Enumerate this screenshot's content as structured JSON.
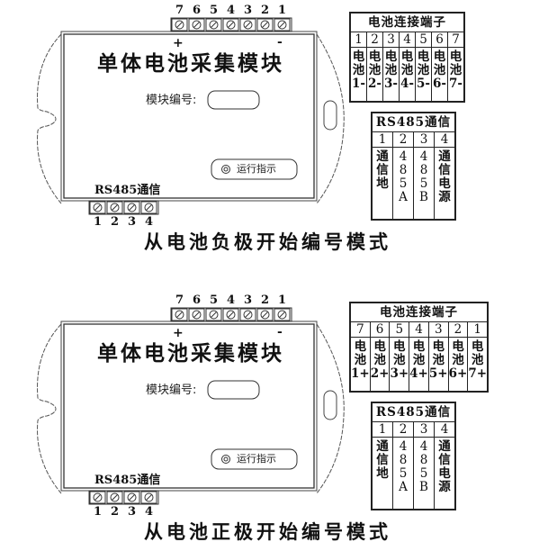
{
  "diagrams": [
    {
      "module": {
        "title": "单体电池采集模块",
        "id_label": "模块编号:",
        "run_indicator_label": "运行指示",
        "plus_mark": "+",
        "minus_mark": "-",
        "rs485_label": "RS485通信",
        "top_terminal_numbers": [
          "7",
          "6",
          "5",
          "4",
          "3",
          "2",
          "1"
        ],
        "bottom_terminal_numbers": [
          "1",
          "2",
          "3",
          "4"
        ]
      },
      "battery_table": {
        "title": "电池连接端子",
        "columns": [
          {
            "num": "1",
            "lines": [
              "电",
              "池",
              "1-"
            ]
          },
          {
            "num": "2",
            "lines": [
              "电",
              "池",
              "2-"
            ]
          },
          {
            "num": "3",
            "lines": [
              "电",
              "池",
              "3-"
            ]
          },
          {
            "num": "4",
            "lines": [
              "电",
              "池",
              "4-"
            ]
          },
          {
            "num": "5",
            "lines": [
              "电",
              "池",
              "5-"
            ]
          },
          {
            "num": "6",
            "lines": [
              "电",
              "池",
              "6-"
            ]
          },
          {
            "num": "7",
            "lines": [
              "电",
              "池",
              "7-"
            ]
          }
        ]
      },
      "rs485_table": {
        "title": "RS485通信",
        "columns": [
          {
            "num": "1",
            "lines": [
              "通",
              "信",
              "地"
            ]
          },
          {
            "num": "2",
            "lines": [
              "4",
              "8",
              "5",
              "A"
            ]
          },
          {
            "num": "3",
            "lines": [
              "4",
              "8",
              "5",
              "B"
            ]
          },
          {
            "num": "4",
            "lines": [
              "通",
              "信",
              "电",
              "源"
            ]
          }
        ]
      },
      "caption": "从电池负极开始编号模式"
    },
    {
      "module": {
        "title": "单体电池采集模块",
        "id_label": "模块编号:",
        "run_indicator_label": "运行指示",
        "plus_mark": "+",
        "minus_mark": "-",
        "rs485_label": "RS485通信",
        "top_terminal_numbers": [
          "7",
          "6",
          "5",
          "4",
          "3",
          "2",
          "1"
        ],
        "bottom_terminal_numbers": [
          "1",
          "2",
          "3",
          "4"
        ]
      },
      "battery_table": {
        "title": "电池连接端子",
        "columns": [
          {
            "num": "7",
            "lines": [
              "电",
              "池",
              "1+"
            ]
          },
          {
            "num": "6",
            "lines": [
              "电",
              "池",
              "2+"
            ]
          },
          {
            "num": "5",
            "lines": [
              "电",
              "池",
              "3+"
            ]
          },
          {
            "num": "4",
            "lines": [
              "电",
              "池",
              "4+"
            ]
          },
          {
            "num": "3",
            "lines": [
              "电",
              "池",
              "5+"
            ]
          },
          {
            "num": "2",
            "lines": [
              "电",
              "池",
              "6+"
            ]
          },
          {
            "num": "1",
            "lines": [
              "电",
              "池",
              "7+"
            ]
          }
        ]
      },
      "rs485_table": {
        "title": "RS485通信",
        "columns": [
          {
            "num": "1",
            "lines": [
              "通",
              "信",
              "地"
            ]
          },
          {
            "num": "2",
            "lines": [
              "4",
              "8",
              "5",
              "A"
            ]
          },
          {
            "num": "3",
            "lines": [
              "4",
              "8",
              "5",
              "B"
            ]
          },
          {
            "num": "4",
            "lines": [
              "通",
              "信",
              "电",
              "源"
            ]
          }
        ]
      },
      "caption": "从电池正极开始编号模式"
    }
  ]
}
